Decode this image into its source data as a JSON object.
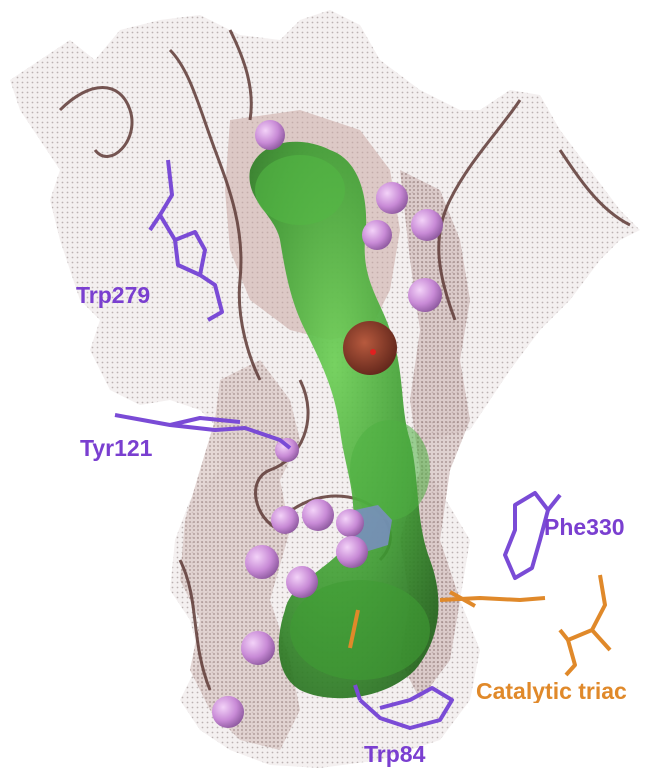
{
  "image": {
    "subject": "molecular-surface-render",
    "colors": {
      "background": "#ffffff",
      "surface_dots": "#9a8c8c",
      "ribbon": "#5e3a36",
      "cavity_green": "#3f9b33",
      "atoms_pink": "#c98ad6",
      "residue_purple": "#7a4bd6",
      "residue_orange": "#e0892a",
      "center_sphere": "#8a3a28"
    }
  },
  "labels": {
    "trp279": "Trp279",
    "tyr121": "Tyr121",
    "phe330": "Phe330",
    "catalytic_triad": "Catalytic triac",
    "trp84": "Trp84"
  }
}
